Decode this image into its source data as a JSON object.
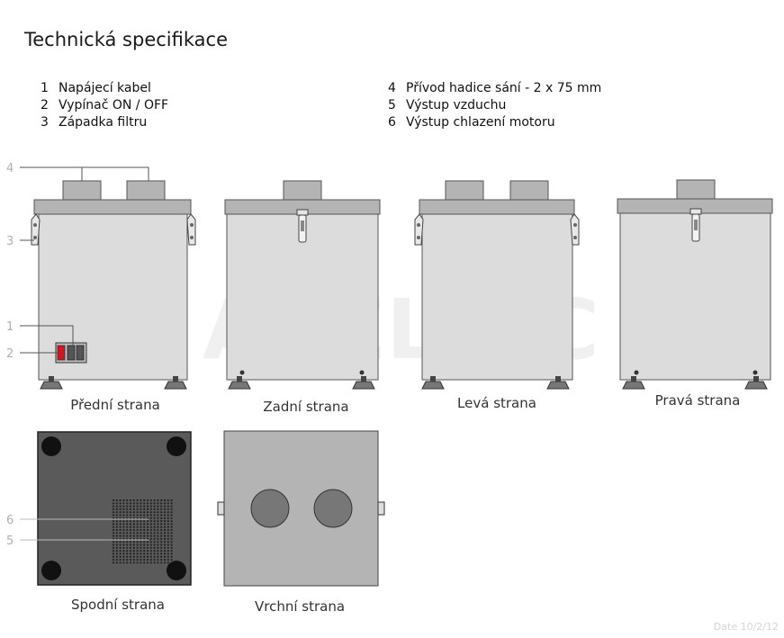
{
  "title": "Technická specifikace",
  "legend_left": [
    {
      "n": "1",
      "label": "Napájecí kabel"
    },
    {
      "n": "2",
      "label": "Vypínač ON / OFF"
    },
    {
      "n": "3",
      "label": "Západka filtru"
    }
  ],
  "legend_right": [
    {
      "n": "4",
      "label": "Přívod hadice sání - 2 x 75 mm"
    },
    {
      "n": "5",
      "label": "Výstup vzduchu"
    },
    {
      "n": "6",
      "label": "Výstup chlazení motoru"
    }
  ],
  "views": {
    "front": "Přední strana",
    "back": "Zadní strana",
    "left": "Levá strana",
    "right": "Pravá strana",
    "bottom": "Spodní strana",
    "top": "Vrchní strana"
  },
  "callouts": {
    "c1": "1",
    "c2": "2",
    "c3": "3",
    "c4": "4",
    "c5": "5",
    "c6": "6"
  },
  "watermark": "ABELTEC",
  "footer": "Date 10/2/12",
  "colors": {
    "body": "#dcdcdc",
    "lid": "#b4b4b4",
    "outline": "#555555",
    "bottom_panel": "#5a5a5a"
  }
}
